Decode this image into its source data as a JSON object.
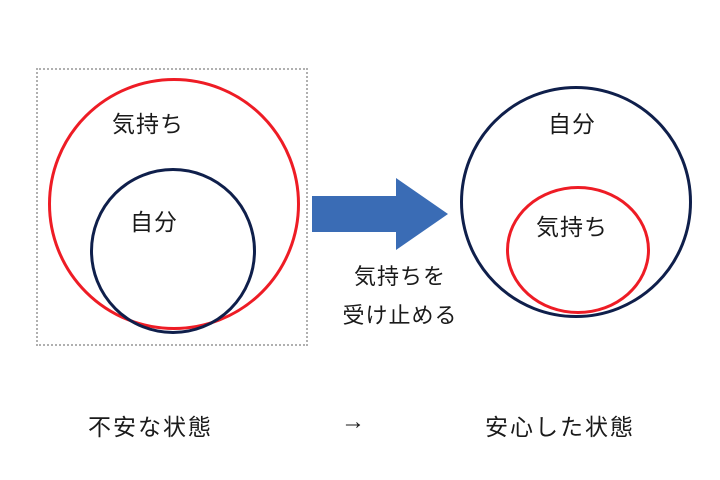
{
  "diagram": {
    "left": {
      "frame_style": "dotted",
      "outer_circle_label": "気持ち",
      "inner_circle_label": "自分",
      "outer_circle_color": "#ee1c25",
      "inner_circle_color": "#0f1f4b",
      "caption": "不安な状態"
    },
    "transition": {
      "arrow_color": "#3a6cb5",
      "caption_line1": "気持ちを",
      "caption_line2": "受け止める",
      "bottom_arrow": "→"
    },
    "right": {
      "outer_circle_label": "自分",
      "inner_circle_label": "気持ち",
      "outer_circle_color": "#0f1f4b",
      "inner_circle_color": "#ee1c25",
      "caption": "安心した状態"
    }
  }
}
